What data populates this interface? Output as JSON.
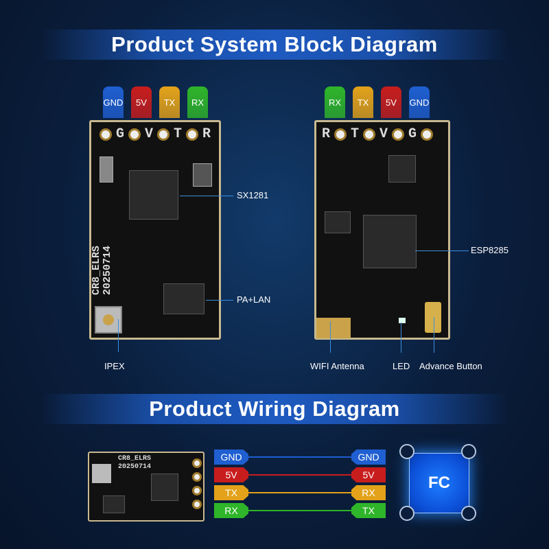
{
  "titles": {
    "block": "Product System Block Diagram",
    "wiring": "Product Wiring Diagram"
  },
  "left_board": {
    "pins": [
      {
        "label": "GND",
        "color": "#1f5fd1"
      },
      {
        "label": "5V",
        "color": "#c81d1d"
      },
      {
        "label": "TX",
        "color": "#e3a21a"
      },
      {
        "label": "RX",
        "color": "#2fb52a"
      }
    ],
    "silk_pins": [
      "G",
      "V",
      "T",
      "R"
    ],
    "silk_text": [
      "CR8_ELRS",
      "20250714"
    ],
    "callouts": {
      "sx1281": "SX1281",
      "pa_lan": "PA+LAN",
      "ipex": "IPEX"
    }
  },
  "right_board": {
    "pins": [
      {
        "label": "RX",
        "color": "#2fb52a"
      },
      {
        "label": "TX",
        "color": "#e3a21a"
      },
      {
        "label": "5V",
        "color": "#c81d1d"
      },
      {
        "label": "GND",
        "color": "#1f5fd1"
      }
    ],
    "silk_pins": [
      "R",
      "T",
      "V",
      "G"
    ],
    "callouts": {
      "esp8285": "ESP8285",
      "wifi_antenna": "WIFI Antenna",
      "led": "LED",
      "advance_button": "Advance Button"
    }
  },
  "wiring": {
    "board_silk": [
      "CR8_ELRS",
      "20250714"
    ],
    "rows": [
      {
        "left": "GND",
        "right": "GND",
        "color": "#1f5fd1"
      },
      {
        "left": "5V",
        "right": "5V",
        "color": "#c81d1d"
      },
      {
        "left": "TX",
        "right": "RX",
        "color": "#e3a21a"
      },
      {
        "left": "RX",
        "right": "TX",
        "color": "#2fb52a"
      }
    ],
    "fc_label": "FC"
  }
}
